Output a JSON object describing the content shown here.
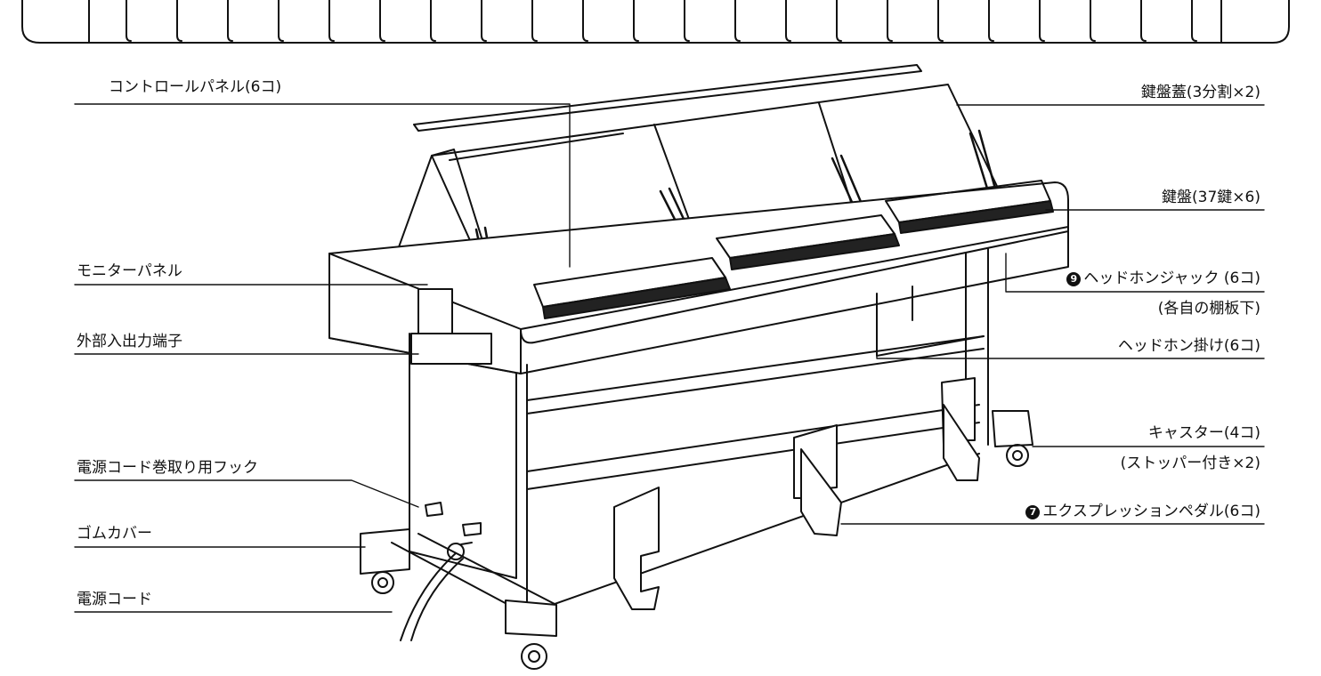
{
  "diagram": {
    "labels_left": [
      {
        "id": "control-panel",
        "text": "コントロールパネル(6コ)"
      },
      {
        "id": "monitor-panel",
        "text": "モニターパネル"
      },
      {
        "id": "external-io",
        "text": "外部入出力端子"
      },
      {
        "id": "cord-hook",
        "text": "電源コード巻取り用フック"
      },
      {
        "id": "rubber-cover",
        "text": "ゴムカバー"
      },
      {
        "id": "power-cord",
        "text": "電源コード"
      }
    ],
    "labels_right": [
      {
        "id": "key-cover",
        "text": "鍵盤蓋(3分割×2)"
      },
      {
        "id": "keyboard",
        "text": "鍵盤(37鍵×6)"
      },
      {
        "id": "headphone-jack",
        "bullet": "9",
        "text": "ヘッドホンジャック (6コ)"
      },
      {
        "id": "headphone-jack-note",
        "text": "(各自の棚板下)"
      },
      {
        "id": "headphone-hanger",
        "text": "ヘッドホン掛け(6コ)"
      },
      {
        "id": "caster",
        "text": "キャスター(4コ)"
      },
      {
        "id": "caster-note",
        "text": "(ストッパー付き×2)"
      },
      {
        "id": "expression-pedal",
        "bullet": "7",
        "text": "エクスプレッションペダル(6コ)"
      }
    ]
  }
}
